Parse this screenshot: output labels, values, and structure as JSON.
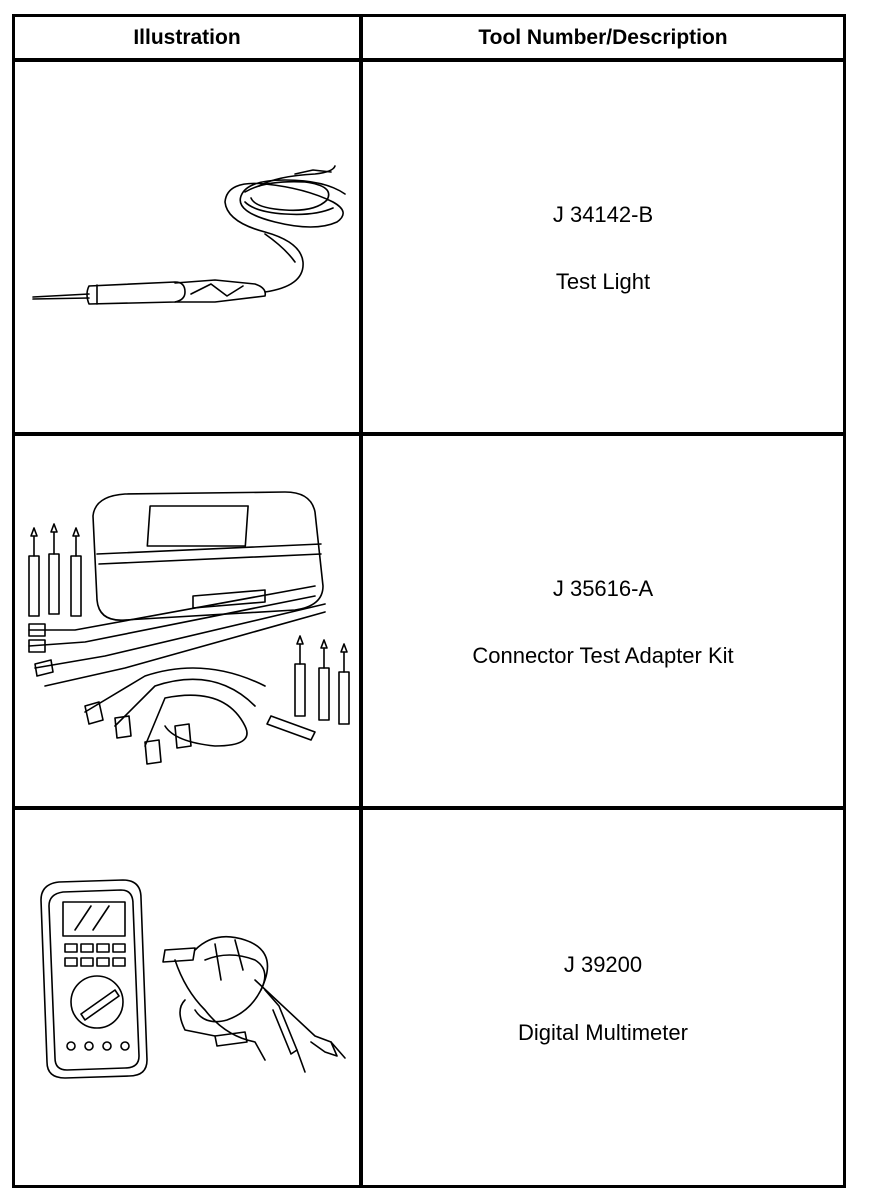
{
  "table": {
    "headers": {
      "illustration": "Illustration",
      "description": "Tool Number/Description"
    },
    "rows": [
      {
        "tool_number": "J 34142-B",
        "description": "Test Light",
        "image": "test-light-illustration"
      },
      {
        "tool_number": "J 35616-A",
        "description": "Connector Test Adapter Kit",
        "image": "connector-test-adapter-kit-illustration"
      },
      {
        "tool_number": "J 39200",
        "description": "Digital Multimeter",
        "image": "digital-multimeter-illustration"
      }
    ]
  }
}
